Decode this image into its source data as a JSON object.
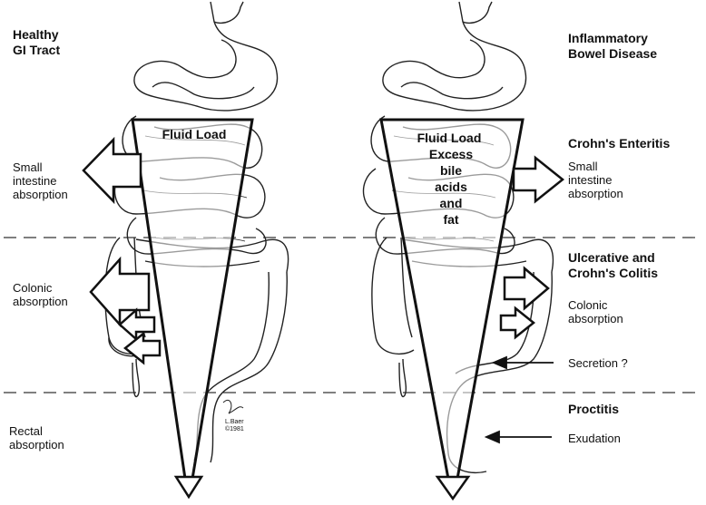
{
  "left_panel": {
    "title": "Healthy\nGI Tract",
    "funnel_label": "Fluid Load",
    "small_intestine": "Small\nintestine\nabsorption",
    "colonic": "Colonic\nabsorption",
    "rectal": "Rectal\nabsorption"
  },
  "right_panel": {
    "title": "Inflammatory\nBowel Disease",
    "funnel_label": "Fluid Load",
    "funnel_sublabel": "Excess\nbile\nacids\nand\nfat",
    "crohns_enteritis": "Crohn's Enteritis",
    "small_intestine": "Small\nintestine\nabsorption",
    "colitis": "Ulcerative and\nCrohn's Colitis",
    "colonic": "Colonic\nabsorption",
    "secretion": "Secretion ?",
    "proctitis": "Proctitis",
    "exudation": "Exudation"
  },
  "signature": "L.Baer\n©1981"
}
